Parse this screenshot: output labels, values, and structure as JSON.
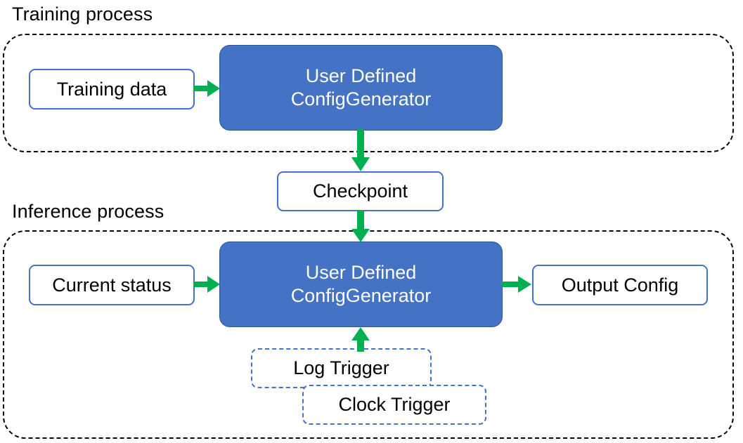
{
  "diagram": {
    "title_training": "Training process",
    "title_inference": "Inference process",
    "sections": [
      {
        "name": "training-process",
        "label": "Training process",
        "nodes": [
          "Training data",
          "User Defined ConfigGenerator"
        ]
      },
      {
        "name": "inference-process",
        "label": "Inference process",
        "nodes": [
          "Current status",
          "User Defined ConfigGenerator",
          "Output Config",
          "Log Trigger",
          "Clock Trigger"
        ]
      }
    ],
    "nodes": {
      "training_data": "Training data",
      "checkpoint": "Checkpoint",
      "current_status": "Current status",
      "output_config": "Output Config",
      "log_trigger": "Log Trigger",
      "clock_trigger": "Clock Trigger",
      "generator_line1": "User Defined",
      "generator_line2": "ConfigGenerator"
    },
    "edges": [
      {
        "from": "Training data",
        "to": "User Defined ConfigGenerator",
        "direction": "right"
      },
      {
        "from": "User Defined ConfigGenerator",
        "to": "Checkpoint",
        "direction": "down"
      },
      {
        "from": "Checkpoint",
        "to": "User Defined ConfigGenerator",
        "direction": "down"
      },
      {
        "from": "Current status",
        "to": "User Defined ConfigGenerator",
        "direction": "right"
      },
      {
        "from": "User Defined ConfigGenerator",
        "to": "Output Config",
        "direction": "right"
      },
      {
        "from": "Log Trigger / Clock Trigger",
        "to": "User Defined ConfigGenerator",
        "direction": "up"
      }
    ],
    "colors": {
      "process_fill": "#4472C4",
      "process_stroke": "#2F5597",
      "node_stroke": "#4472C4",
      "arrow": "#00B050",
      "container_stroke": "#000000",
      "text_dark": "#000000",
      "text_light": "#FFFFFF",
      "background": "#FFFFFF"
    }
  }
}
